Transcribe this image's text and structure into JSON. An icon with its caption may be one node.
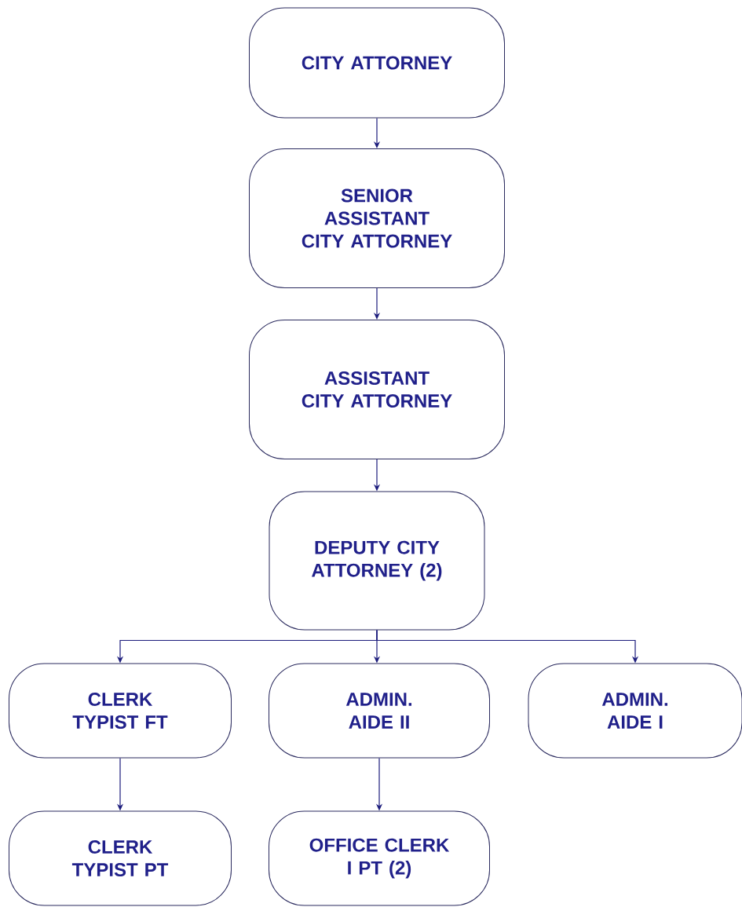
{
  "diagram": {
    "nodes": [
      {
        "text": [
          "CITY ATTORNEY"
        ]
      },
      {
        "text": [
          "SENIOR ASSISTANT CITY ATTORNEY"
        ]
      },
      {
        "text": [
          "ASSISTANT CITY ATTORNEY"
        ]
      },
      {
        "text": [
          "DEPUTY CITY ATTORNEY (2)"
        ]
      },
      {
        "text": [
          "CLERK TYPIST FT"
        ]
      },
      {
        "text": [
          "ADMIN. AIDE II"
        ]
      },
      {
        "text": [
          "ADMIN. AIDE I"
        ]
      },
      {
        "text": [
          "CLERK TYPIST PT"
        ]
      },
      {
        "text": [
          "OFFICE CLERK I PT (2)"
        ]
      }
    ],
    "edges": [
      {
        "from": 0,
        "to": 1,
        "arrow": "to"
      },
      {
        "from": 1,
        "to": 2,
        "arrow": "to"
      },
      {
        "from": 2,
        "to": 3,
        "arrow": "to"
      },
      {
        "from": 3,
        "to": 4,
        "arrow": "to"
      },
      {
        "from": 3,
        "to": 5,
        "arrow": "to"
      },
      {
        "from": 3,
        "to": 6,
        "arrow": "to"
      },
      {
        "from": 4,
        "to": 7,
        "arrow": "to"
      },
      {
        "from": 5,
        "to": 8,
        "arrow": "to"
      }
    ]
  }
}
